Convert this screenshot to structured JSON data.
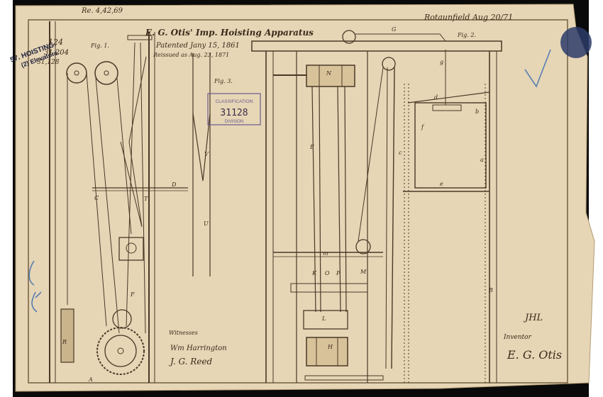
{
  "document": {
    "title": "E. G. Otis' Imp. Hoisting Apparatus",
    "patent_line1": "Patented Jany 15, 1861",
    "patent_line2": "Reissued as Aug. 23, 1871",
    "top_left_note": "Re. 4,42,69",
    "top_right_signature": "Rotaunfield Aug 20/71",
    "fig1_label": "Fig. 1.",
    "fig2_label": "Fig. 2.",
    "fig3_label": "Fig. 3.",
    "witnesses_label": "Witnesses",
    "inventor_label": "Inventor",
    "inventor_signature": "E. G. Otis",
    "witness_signature_1": "Wm Harrington",
    "witness_signature_2": "J. G. Reed"
  },
  "classification_stamp": {
    "heading": "CLASSIFICATION",
    "number": "31128",
    "footer": "DIVISION"
  },
  "side_label": {
    "line1": "57. HOISTING.",
    "line2": "(2) Elevators.",
    "num1": "124",
    "num2": "31,204",
    "num3": "31,128"
  },
  "letters": {
    "N": "N",
    "G": "G",
    "C": "C",
    "T": "T",
    "V": "V",
    "U": "U",
    "R": "R",
    "B": "B",
    "D": "D",
    "E": "E",
    "F": "F",
    "H": "H",
    "M": "M",
    "O": "O",
    "P": "P",
    "K": "K",
    "L": "L",
    "A": "A",
    "a": "a",
    "d": "d",
    "e": "e",
    "f": "f",
    "c": "c",
    "b": "b",
    "g": "g",
    "m": "m"
  },
  "colors": {
    "paper": "#e6d6b6",
    "ink": "#4a3826",
    "stamp": "#6a5a8a",
    "pencil_blue": "#5a7fb0"
  }
}
